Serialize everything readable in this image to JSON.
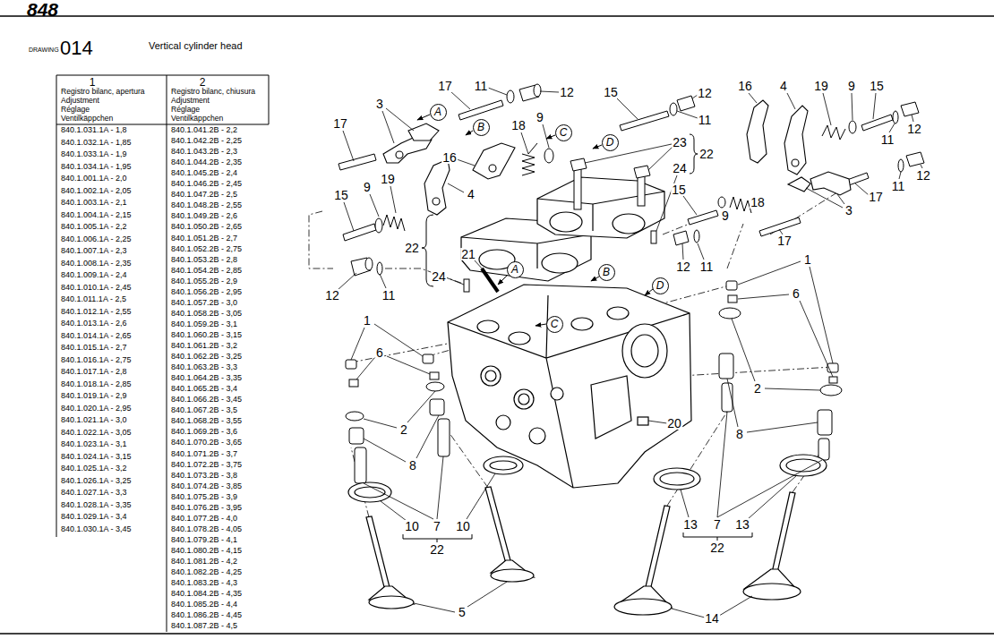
{
  "diagram": {
    "title": "Vertical cylinder head",
    "nodes": [
      {
        "text": [
          "A"
        ]
      },
      {
        "text": [
          "B"
        ]
      },
      {
        "text": [
          "C"
        ]
      },
      {
        "text": [
          "D"
        ]
      },
      {
        "text": [
          "A"
        ]
      },
      {
        "text": [
          "B"
        ]
      },
      {
        "text": [
          "D"
        ]
      },
      {
        "text": [
          "C"
        ]
      }
    ],
    "labels": [
      "848",
      "DRAWING",
      "014",
      "1",
      "Registro bilanc, apertura",
      "Adjustment",
      "Réglage",
      "Ventilkäppchen",
      "2",
      "Registro bilanc, chiusura",
      "Adjustment",
      "Réglage",
      "Ventilkäppchen",
      "840.1.031.1A - 1,8",
      "840.1.032.1A - 1,85",
      "840.1.033.1A - 1,9",
      "840.1.034.1A - 1,95",
      "840.1.001.1A - 2,0",
      "840.1.002.1A - 2,05",
      "840.1.003.1A - 2,1",
      "840.1.004.1A - 2,15",
      "840.1.005.1A - 2,2",
      "840.1.006.1A - 2,25",
      "840.1.007.1A - 2,3",
      "840.1.008.1A - 2,35",
      "840.1.009.1A - 2,4",
      "840.1.010.1A - 2,45",
      "840.1.011.1A - 2,5",
      "840.1.012.1A - 2,55",
      "840.1.013.1A - 2,6",
      "840.1.014.1A - 2,65",
      "840.1.015.1A - 2,7",
      "840.1.016.1A - 2,75",
      "840.1.017.1A - 2,8",
      "840.1.018.1A - 2,85",
      "840.1.019.1A - 2,9",
      "840.1.020.1A - 2,95",
      "840.1.021.1A - 3,0",
      "840.1.022.1A - 3,05",
      "840.1.023.1A - 3,1",
      "840.1.024.1A - 3,15",
      "840.1.025.1A - 3,2",
      "840.1.026.1A - 3,25",
      "840.1.027.1A - 3,3",
      "840.1.028.1A - 3,35",
      "840.1.029.1A - 3,4",
      "840.1.030.1A - 3,45",
      "840.1.041.2B - 2,2",
      "840.1.042.2B - 2,25",
      "840.1.043.2B - 2,3",
      "840.1.044.2B - 2,35",
      "840.1.045.2B - 2,4",
      "840.1.046.2B - 2,45",
      "840.1.047.2B - 2,5",
      "840.1.048.2B - 2,55",
      "840.1.049.2B - 2,6",
      "840.1.050.2B - 2,65",
      "840.1.051.2B - 2,7",
      "840.1.052.2B - 2,75",
      "840.1.053.2B - 2,8",
      "840.1.054.2B - 2,85",
      "840.1.055.2B - 2,9",
      "840.1.056.2B - 2,95",
      "840.1.057.2B - 3,0",
      "840.1.058.2B - 3,05",
      "840.1.059.2B - 3,1",
      "840.1.060.2B - 3,15",
      "840.1.061.2B - 3,2",
      "840.1.062.2B - 3,25",
      "840.1.063.2B - 3,3",
      "840.1.064.2B - 3,35",
      "840.1.065.2B - 3,4",
      "840.1.066.2B - 3,45",
      "840.1.067.2B - 3,5",
      "840.1.068.2B - 3,55",
      "840.1.069.2B - 3,6",
      "840.1.070.2B - 3,65",
      "840.1.071.2B - 3,7",
      "840.1.072.2B - 3,75",
      "840.1.073.2B - 3,8",
      "840.1.074.2B - 3,85",
      "840.1.075.2B - 3,9",
      "840.1.076.2B - 3,95",
      "840.1.077.2B - 4,0",
      "840.1.078.2B - 4,05",
      "840.1.079.2B - 4,1",
      "840.1.080.2B - 4,15",
      "840.1.081.2B - 4,2",
      "840.1.082.2B - 4,25",
      "840.1.083.2B - 4,3",
      "840.1.084.2B - 4,35",
      "840.1.085.2B - 4,4",
      "840.1.086.2B - 4,45",
      "840.1.087.2B - 4,5",
      "17",
      "3",
      "15",
      "9",
      "19",
      "4",
      "12",
      "11",
      "17",
      "11",
      "12",
      "16",
      "18",
      "9",
      "15",
      "12",
      "11",
      "23",
      "22",
      "24",
      "12",
      "11",
      "22",
      "21",
      "24",
      "16",
      "4",
      "19",
      "9",
      "15",
      "12",
      "11",
      "12",
      "11",
      "17",
      "15",
      "9",
      "18",
      "3",
      "17",
      "1",
      "6",
      "2",
      "8",
      "1",
      "6",
      "2",
      "8",
      "20",
      "10",
      "7",
      "10",
      "22",
      "13",
      "7",
      "13",
      "22",
      "5",
      "14"
    ]
  }
}
